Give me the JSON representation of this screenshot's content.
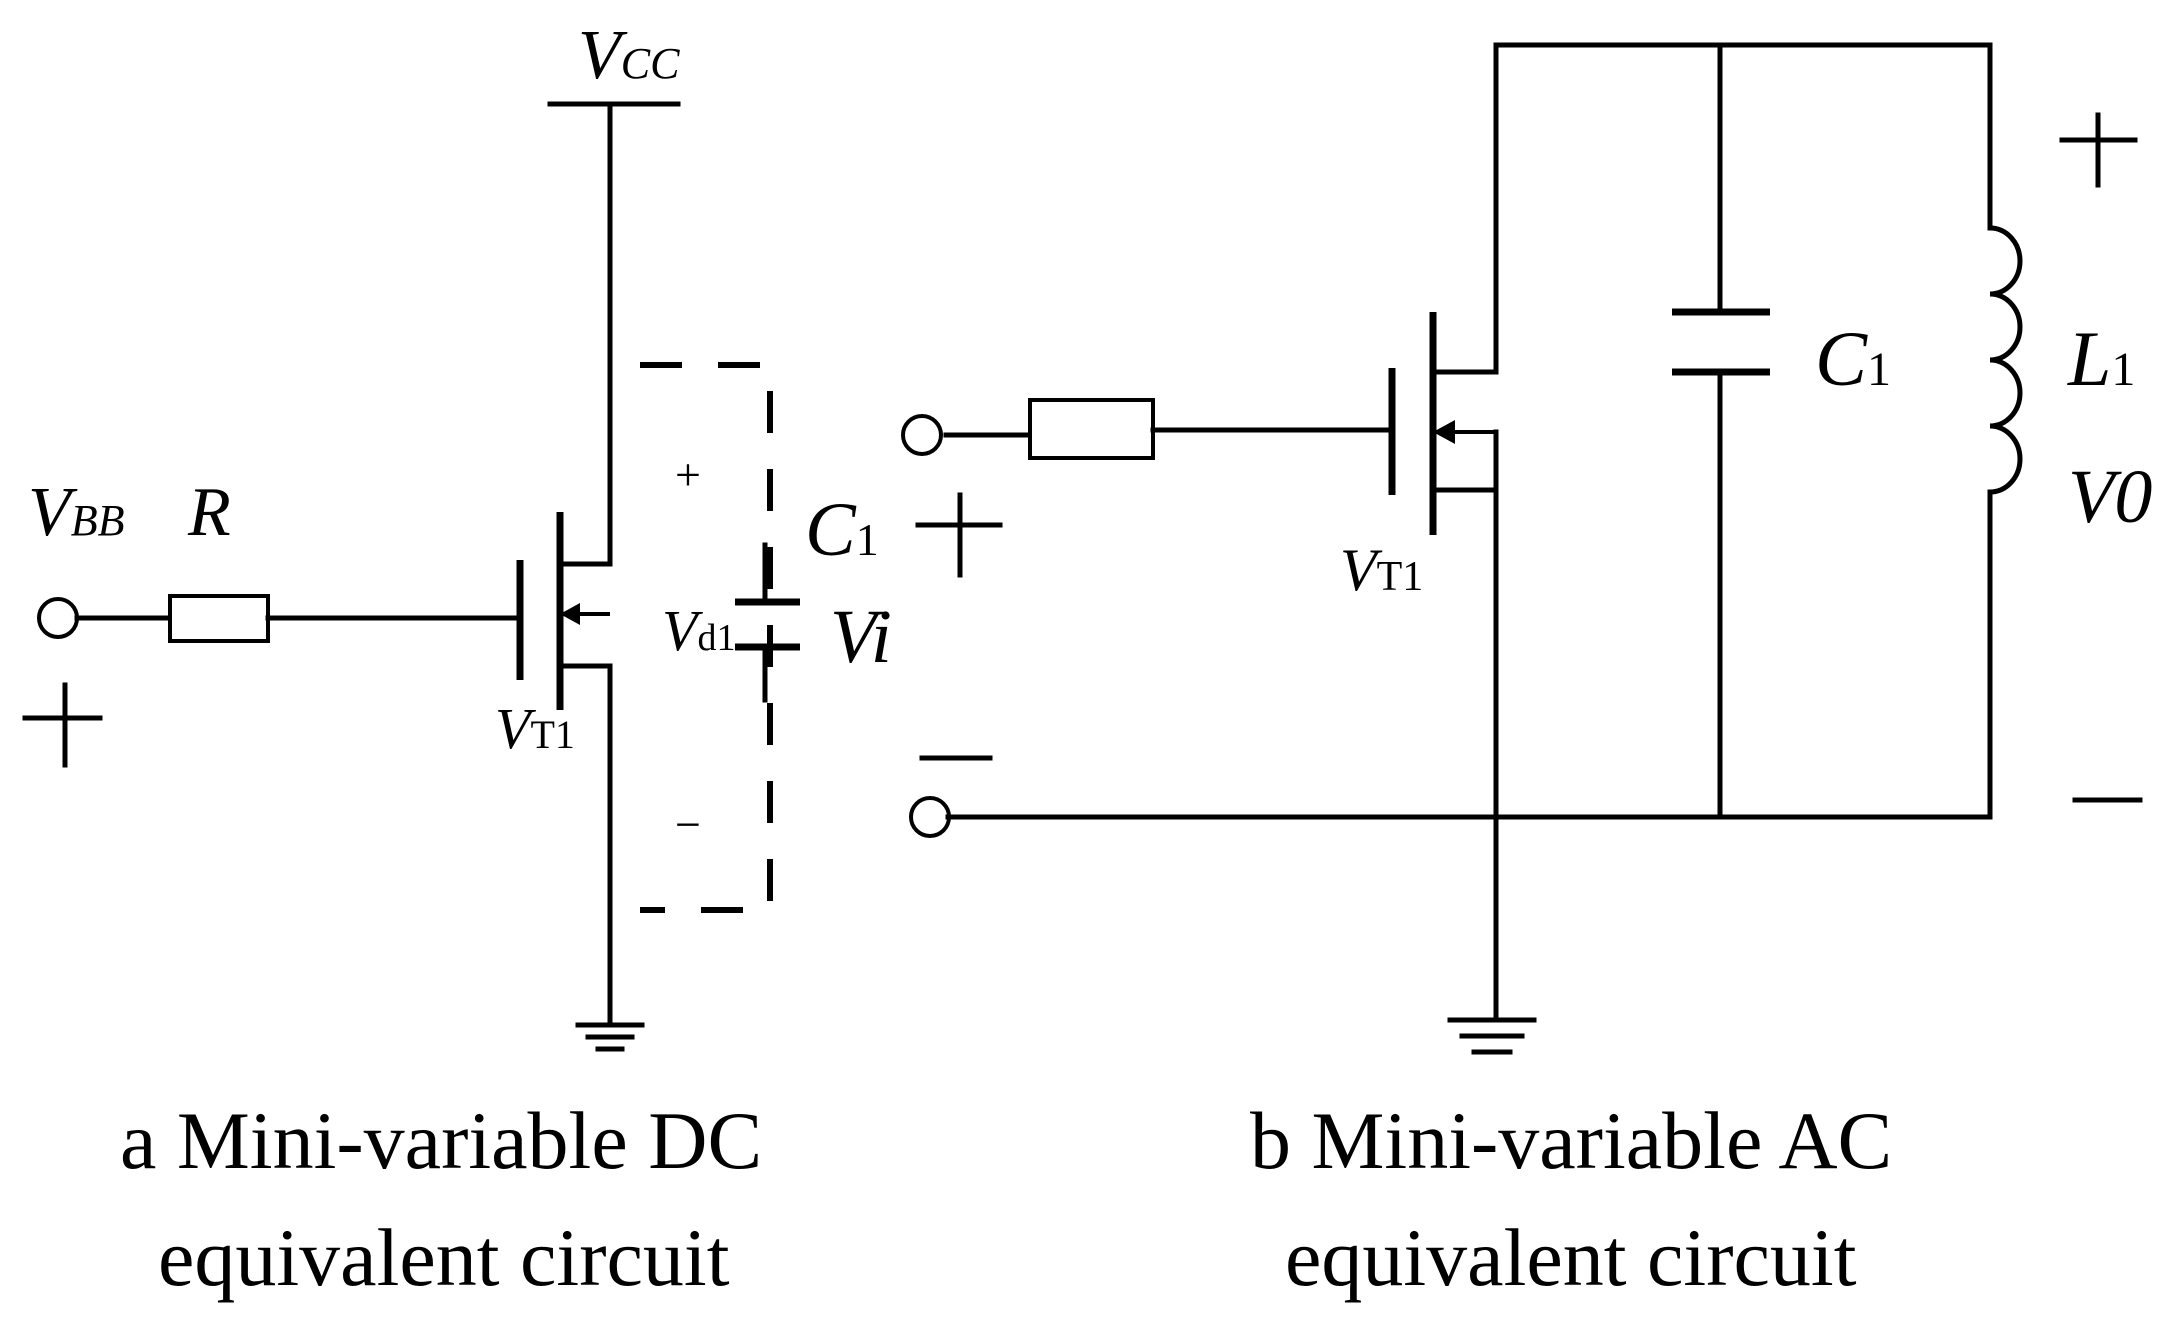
{
  "circuit_a": {
    "vcc": {
      "main": "V",
      "sub": "CC"
    },
    "vbb": {
      "main": "V",
      "sub": "BB"
    },
    "r_label": "R",
    "transistor": {
      "main": "V",
      "sub": "T1"
    },
    "capacitor": {
      "main": "C",
      "sub": "1"
    },
    "vd": {
      "main": "V",
      "sub": "d1"
    },
    "vi": "Vi",
    "plus": "+",
    "minus": "−",
    "caption_line1": "a Mini-variable DC",
    "caption_line2": "equivalent circuit"
  },
  "circuit_b": {
    "transistor": {
      "main": "V",
      "sub": "T1"
    },
    "capacitor": {
      "main": "C",
      "sub": "1"
    },
    "inductor": {
      "main": "L",
      "sub": "1"
    },
    "v0": "V0",
    "caption_line1": "b Mini-variable AC",
    "caption_line2": "equivalent circuit"
  }
}
